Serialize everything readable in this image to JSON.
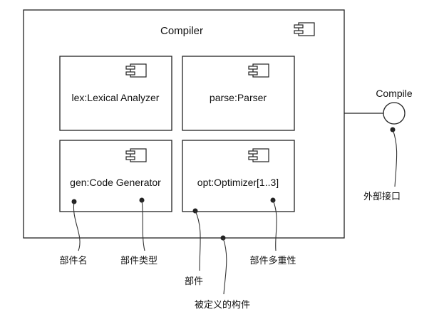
{
  "container": {
    "title": "Compiler"
  },
  "parts": [
    {
      "id": "lex",
      "label": "lex:Lexical Analyzer"
    },
    {
      "id": "parse",
      "label": "parse:Parser"
    },
    {
      "id": "gen",
      "label": "gen:Code Generator"
    },
    {
      "id": "opt",
      "label": "opt:Optimizer[1..3]"
    }
  ],
  "interface": {
    "label": "Compile"
  },
  "annotations": {
    "external_interface": "外部接口",
    "part_name": "部件名",
    "part_type": "部件类型",
    "part": "部件",
    "part_multiplicity": "部件多重性",
    "defined_component": "被定义的构件"
  },
  "colors": {
    "stroke": "#222222",
    "background": "#ffffff"
  },
  "icons": [
    "component-icon"
  ]
}
